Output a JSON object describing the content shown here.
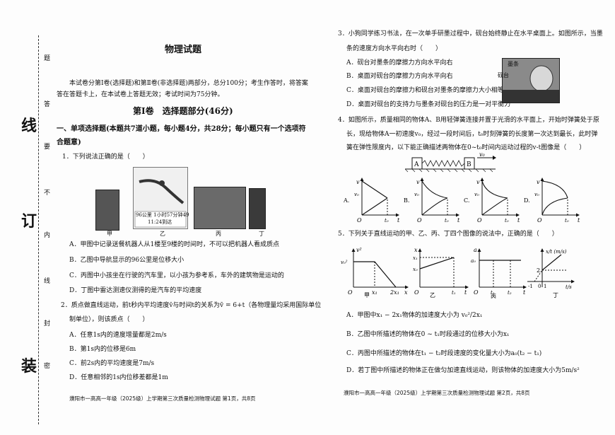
{
  "binding": {
    "big_chars": [
      "线",
      "订",
      "装"
    ],
    "small_chars": [
      "题",
      "答",
      "要",
      "不",
      "内",
      "线",
      "封",
      "密"
    ]
  },
  "left": {
    "title": "物理试题",
    "intro1": "本试卷分第Ⅰ卷(选择题)和第Ⅱ卷(非选择题)两部分，总分100分；考生作答时，将答案",
    "intro2": "答在答题卡上，在本试卷上答题无效；考试时间为75分钟。",
    "part1": "第Ⅰ卷　选择题部分(46分)",
    "sec1a": "一、单项选择题(本题共7道小题，每小题4分，共28分；每小题只有一个选项符",
    "sec1b": "合题意)",
    "q1": "1．下列说法正确的是（　　）",
    "q1_captions": [
      "甲",
      "乙",
      "丙",
      "丁"
    ],
    "q1_photo_text1": "96公里 1小时57分钟49",
    "q1_photo_text2": "11:24到达",
    "q1_options": [
      "A．甲图中记录送餐机器人从1楼至9楼的时间时，不可以把机器人看成质点",
      "B．乙图中导航显示的96公里是位移大小",
      "C．丙图中小孩坐在行驶的汽车里，以小孩为参考系，车外的建筑物是运动的",
      "D．丁图中雷达测速仪测得的是汽车的平均速度"
    ],
    "q2a": "2．质点做直线运动，前t秒内平均速度v̄与时间t的关系为v̄ = 6+t（各物理量均采用国际单位",
    "q2b": "制单位），则该质点（　　）",
    "q2_options": [
      "A．任意1s内的速度增量都是2m/s",
      "B．第1s内的位移是6m",
      "C．前2s内的平均速度是7m/s",
      "D．任意相邻的1s内位移差都是1m"
    ],
    "footer": "濮阳市一高高一年级（2025级）上学期第三次质量检测物理试题 第1页，共8页"
  },
  "right": {
    "q3a": "3．小狗同学练习书法，在一次单手研墨过程中，砚台始终静止在水平桌面上。如图所示，当墨",
    "q3b": "条的速度方向水平向右时（　　）",
    "q3_labels": [
      "墨条",
      "砚台"
    ],
    "q3_options": [
      "A．砚台对墨条的摩擦力方向水平向右",
      "B．桌面对砚台的摩擦力方向水平向右",
      "C．桌面对砚台的摩擦力和砚台对墨条的摩擦力大小相等",
      "D．桌面对砚台的支持力与墨条对砚台的压力是一对平衡力"
    ],
    "q4a": "4．如图所示，质量相同的物体A、B用轻弹簧连接并置于光滑的水平面上，开始时弹簧处于原",
    "q4b": "长，现给物体A一初速度v₀，经过一段时间后，t₀时刻弹簧的长度第一次达到最长，此时弹",
    "q4c": "簧在弹性限度内，以下能正确描述两物体在0~t₀时间内运动过程的v-t图像是（　　）",
    "q4_blocks": [
      "A",
      "B"
    ],
    "q4_v0": "v₀",
    "q4_graph_letters": [
      "A.",
      "B.",
      "C.",
      "D."
    ],
    "q4_axis": {
      "v": "v",
      "v0": "v₀",
      "o": "O",
      "t0": "t₀",
      "t": "t"
    },
    "q5": "5．下列关于直线运动的甲、乙、丙、丁四个图像的说法中，正确的是（　　）",
    "q5_graphs": {
      "jia": {
        "y": "v²",
        "y0": "v₀²",
        "o": "O",
        "x1": "x₁",
        "x2": "2x₁",
        "x": "x",
        "cap": "甲"
      },
      "yi": {
        "y": "x",
        "x1": "x₁",
        "x0": "x₀",
        "o": "O",
        "t1": "t₁",
        "t": "t",
        "cap": "乙"
      },
      "bing": {
        "y": "a",
        "a0": "a₀",
        "o": "O",
        "t1": "t₁",
        "t2": "t₂",
        "t": "t",
        "cap": "丙"
      },
      "ding": {
        "y": "x/t (m/s)",
        "v2": "2",
        "v1": "1",
        "n1": "-1",
        "o": "0",
        "t": "t/s",
        "cap": "丁"
      }
    },
    "q5_options": [
      "A．甲图中x₁ − 2x₁物体的加速度大小为 v₀²/2x₁",
      "B．乙图中所描述的物体在0 ~ t₁时段通过的位移大小为x₁",
      "C．丙图中所描述的物体在t₁ − t₂时段速度的变化量大小为a₀(t₂ − t₁)",
      "D．若丁图中所描述的物体正在做匀加速直线运动，则该物体的加速度大小为5m/s²"
    ],
    "footer": "濮阳市一高高一年级（2025级）上学期第三次质量检测物理试题 第2页，共8页"
  }
}
